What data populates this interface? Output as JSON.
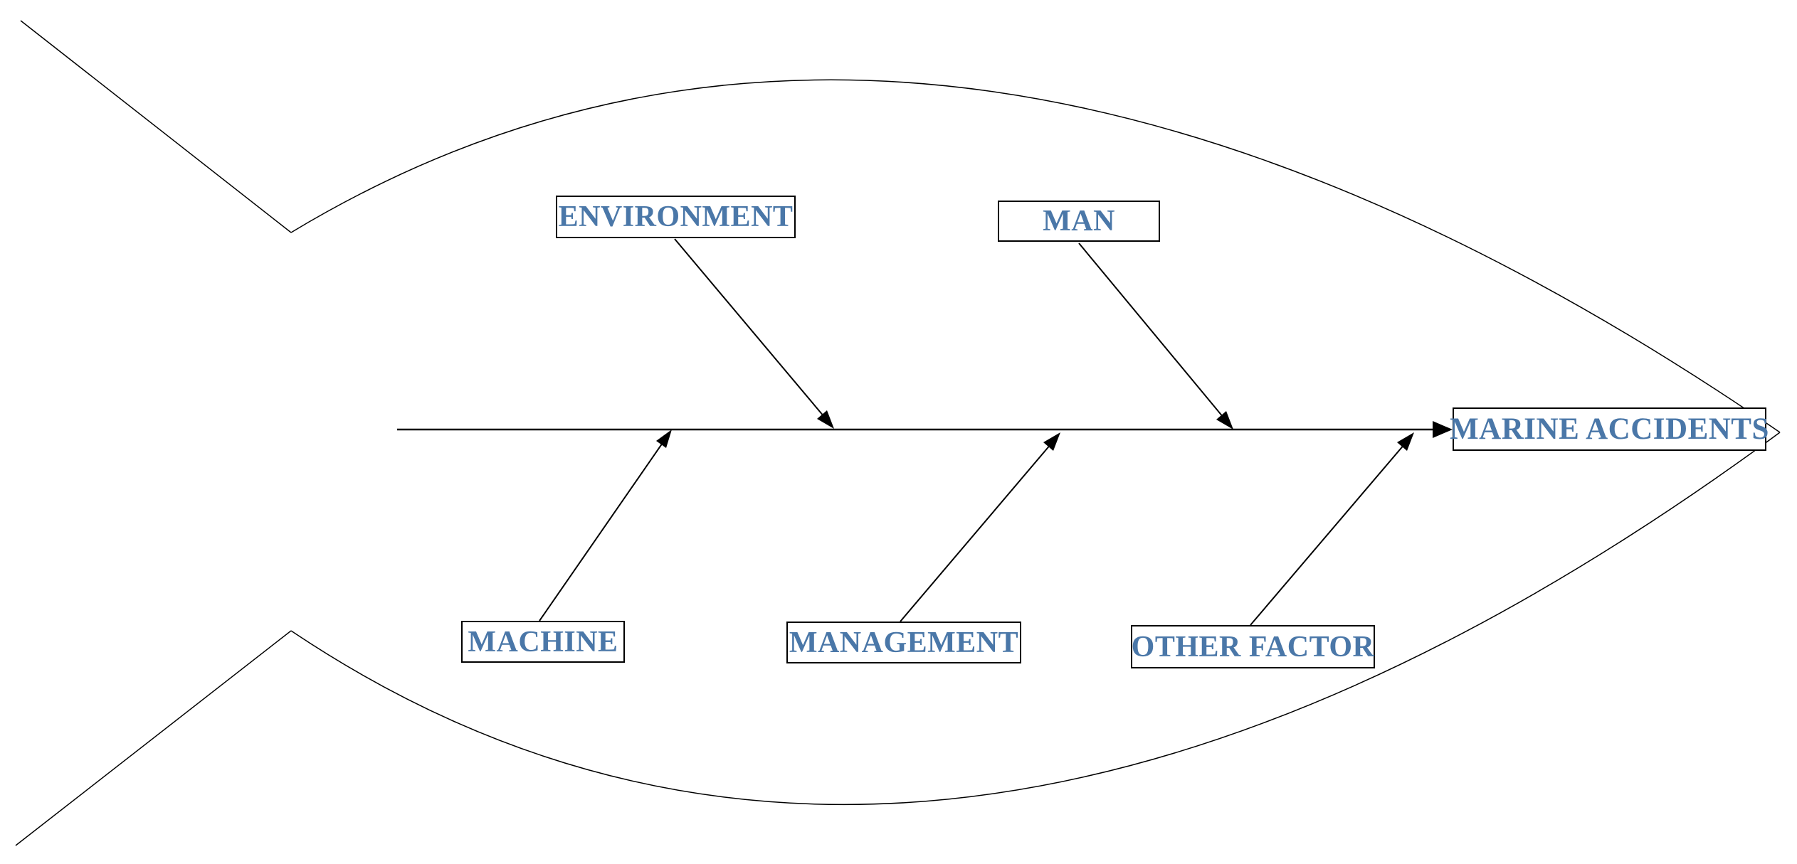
{
  "diagram": {
    "type": "fishbone-cause-effect",
    "effect": {
      "label": "MARINE ACCIDENTS"
    },
    "causes_top": [
      {
        "label": "ENVIRONMENT"
      },
      {
        "label": "MAN"
      }
    ],
    "causes_bottom": [
      {
        "label": "MACHINE"
      },
      {
        "label": "MANAGEMENT"
      },
      {
        "label": "OTHER FACTOR"
      }
    ],
    "colors": {
      "label_text": "#4A77A8",
      "line": "#000000",
      "box_border": "#000000",
      "background": "#FFFFFF"
    }
  }
}
